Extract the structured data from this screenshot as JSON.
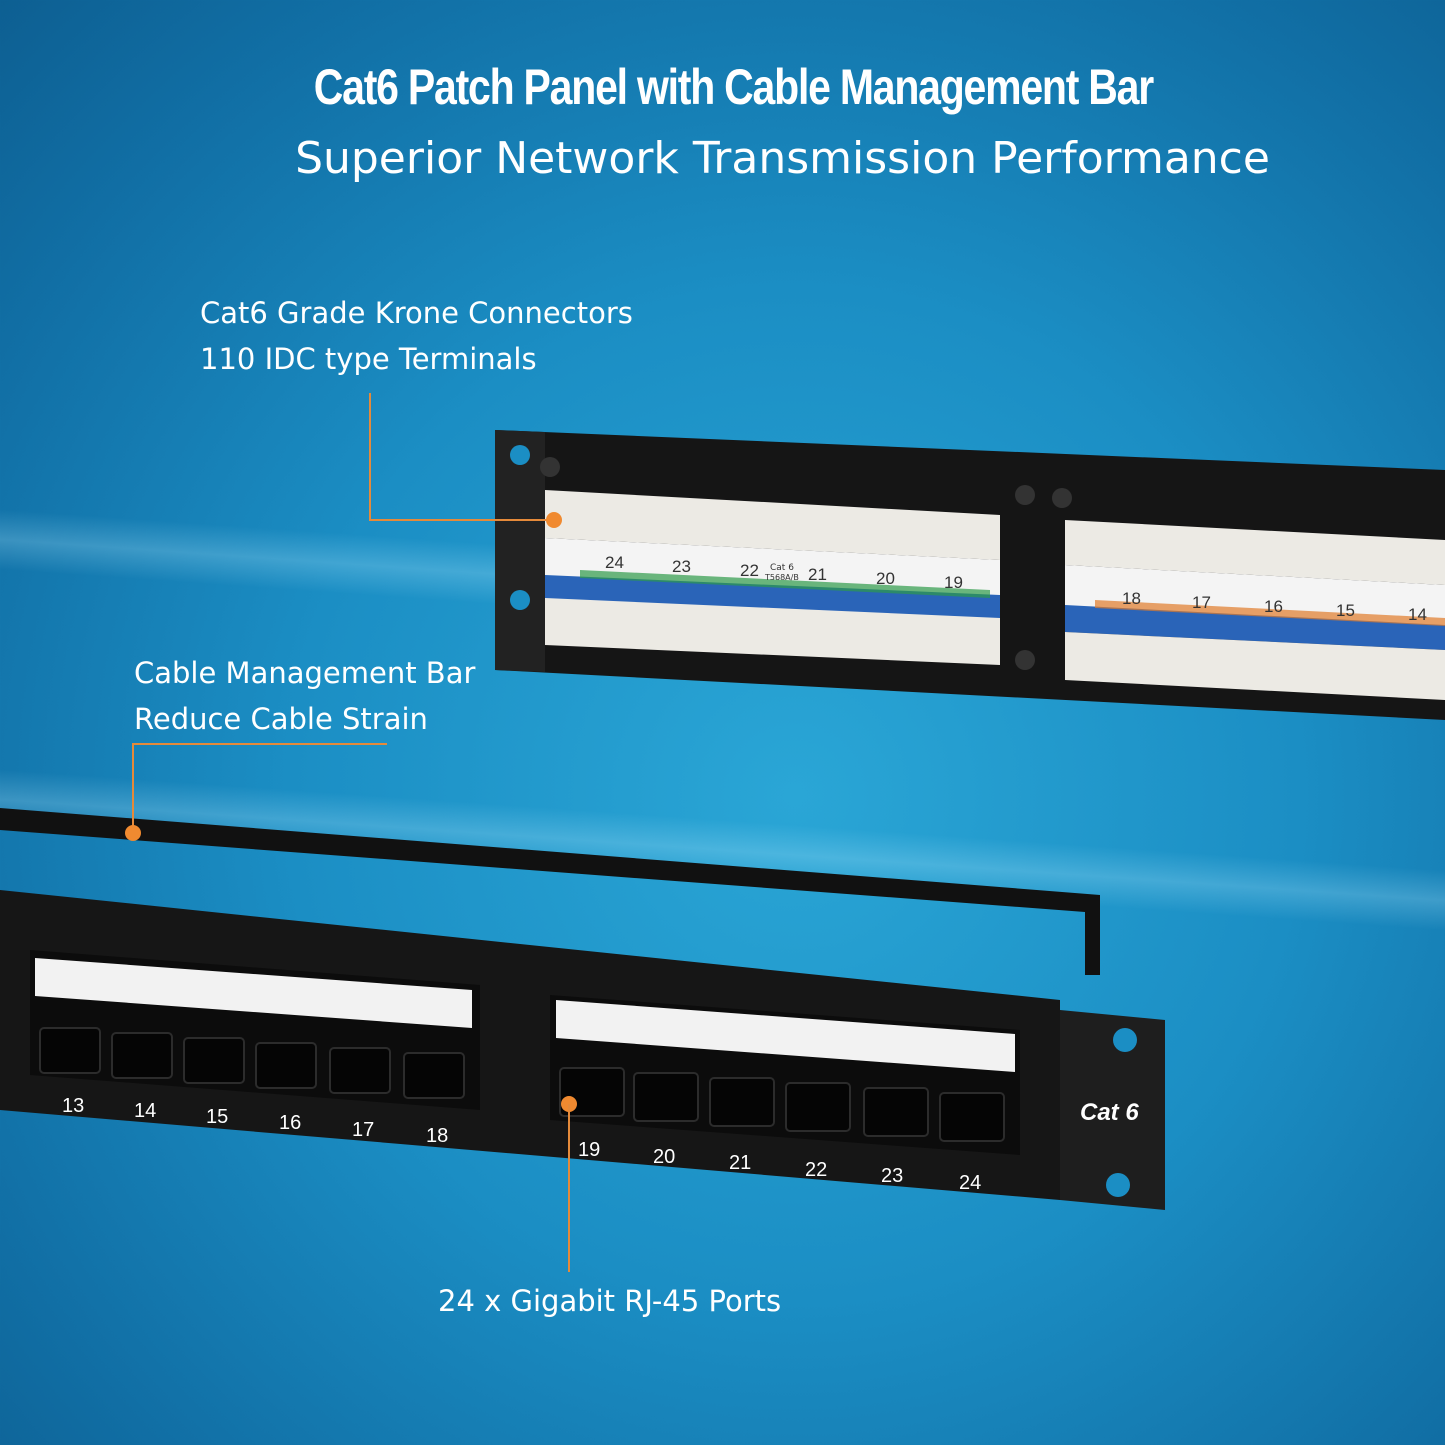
{
  "title": "Cat6 Patch Panel with Cable Management Bar",
  "subtitle": "Superior Network Transmission Performance",
  "callouts": {
    "krone": {
      "line1": "Cat6 Grade Krone Connectors",
      "line2": "110 IDC type Terminals"
    },
    "bar": {
      "line1": "Cable Management Bar",
      "line2": "Reduce Cable Strain"
    },
    "ports": {
      "line1": "24 x Gigabit RJ-45 Ports"
    }
  },
  "panel_front": {
    "brand_label": "Cat 6",
    "port_numbers": [
      "13",
      "14",
      "15",
      "16",
      "17",
      "18",
      "19",
      "20",
      "21",
      "22",
      "23",
      "24"
    ]
  },
  "panel_back": {
    "port_numbers_left": [
      "24",
      "23",
      "22",
      "21",
      "20",
      "19"
    ],
    "port_numbers_right": [
      "18",
      "17",
      "16",
      "15",
      "14"
    ],
    "block_label_1": "Cat 6",
    "block_label_2": "T568A/B"
  },
  "colors": {
    "callout_line": "#e58a3a",
    "callout_dot": "#f08a30",
    "panel": "#1a1a1a"
  }
}
